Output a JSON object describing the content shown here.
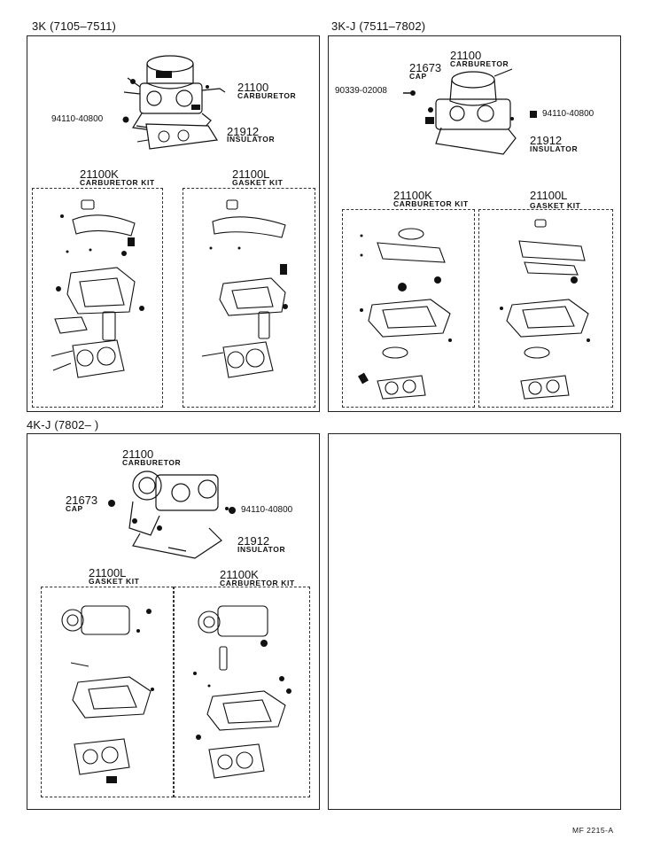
{
  "sections": [
    {
      "title": "3K (7105–7511)",
      "carburetor": {
        "number": "21100",
        "label": "CARBURETOR"
      },
      "screw": {
        "number": "94110-40800"
      },
      "insulator": {
        "number": "21912",
        "label": "INSULATOR"
      },
      "kits": [
        {
          "number": "21100K",
          "label": "CARBURETOR KIT"
        },
        {
          "number": "21100L",
          "label": "GASKET KIT"
        }
      ]
    },
    {
      "title": "3K-J (7511–7802)",
      "carburetor": {
        "number": "21100",
        "label": "CARBURETOR"
      },
      "cap": {
        "number": "21673",
        "label": "CAP"
      },
      "bolt": {
        "number": "90339-02008"
      },
      "screw": {
        "number": "94110-40800"
      },
      "insulator": {
        "number": "21912",
        "label": "INSULATOR"
      },
      "kits": [
        {
          "number": "21100K",
          "label": "CARBURETOR KIT"
        },
        {
          "number": "21100L",
          "label": "GASKET KIT"
        }
      ]
    },
    {
      "title": "4K-J (7802–        )",
      "carburetor": {
        "number": "21100",
        "label": "CARBURETOR"
      },
      "cap": {
        "number": "21673",
        "label": "CAP"
      },
      "screw": {
        "number": "94110-40800"
      },
      "insulator": {
        "number": "21912",
        "label": "INSULATOR"
      },
      "kits": [
        {
          "number": "21100L",
          "label": "GASKET KIT"
        },
        {
          "number": "21100K",
          "label": "CARBURETOR KIT"
        }
      ]
    }
  ],
  "footer": "MF  2215-A"
}
